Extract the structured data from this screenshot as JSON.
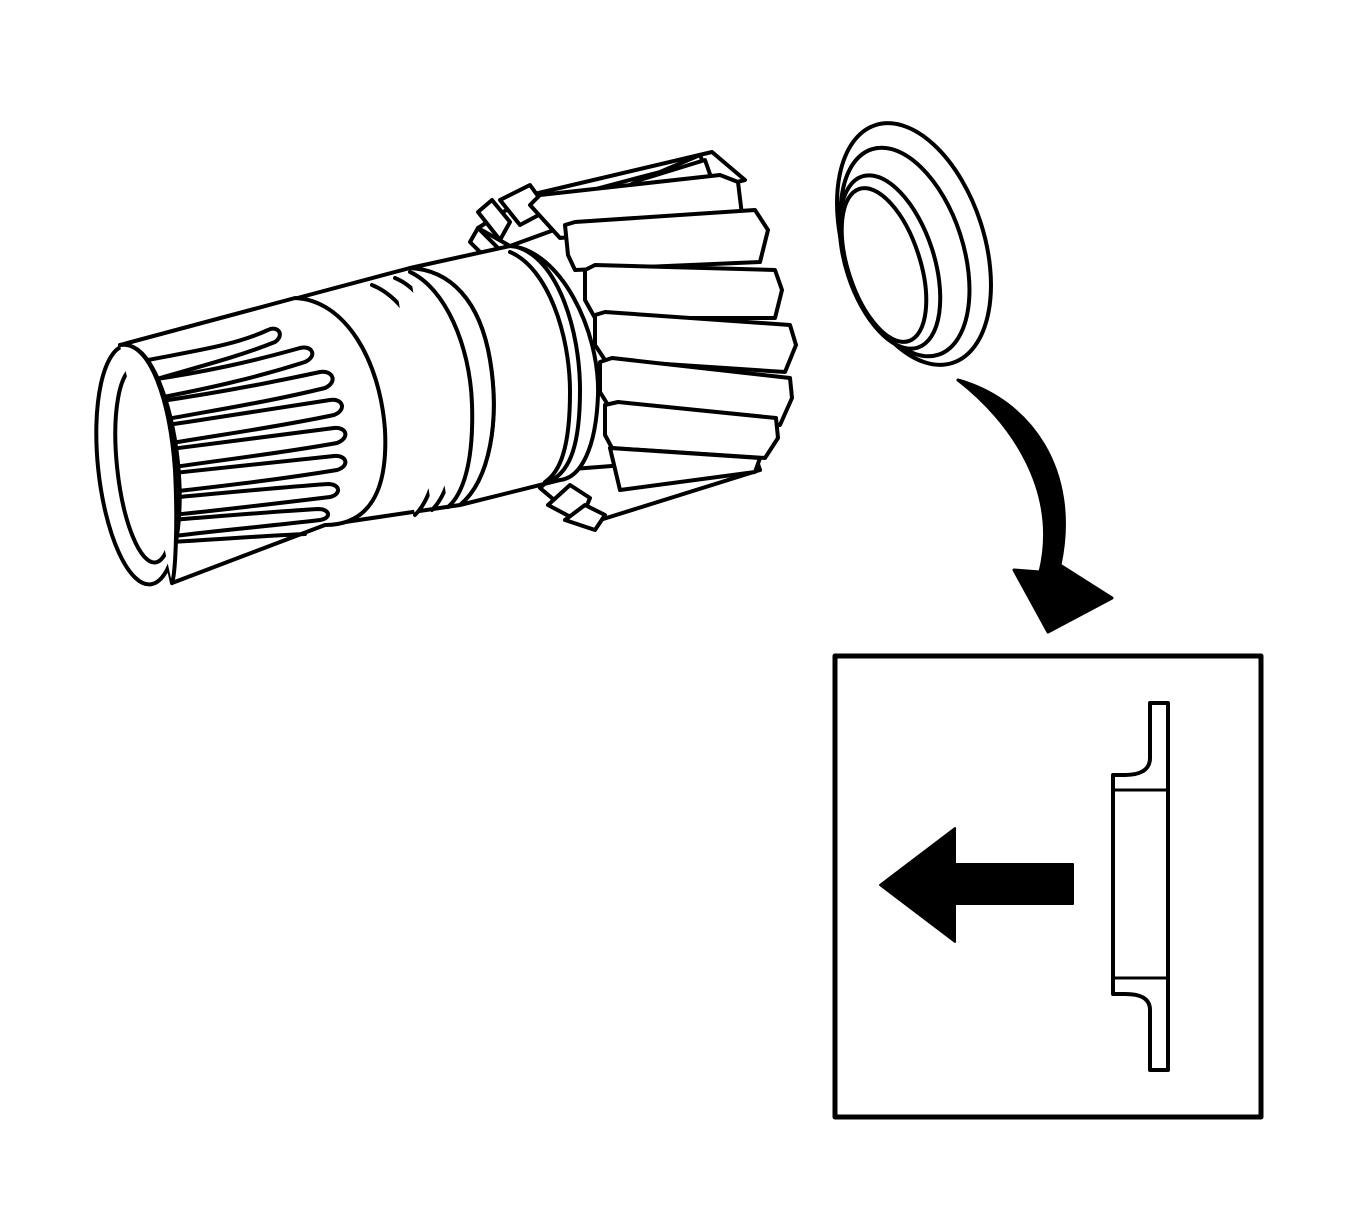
{
  "diagram": {
    "colors": {
      "line": "#000000",
      "fill": "#ffffff"
    },
    "parts": {
      "gear_shaft": "pinion-gear-shaft",
      "washer": "thrust-washer",
      "callout_arrow": "curved-arrow",
      "detail_box": "washer-cross-section-detail",
      "direction_arrow": "left-arrow"
    }
  }
}
